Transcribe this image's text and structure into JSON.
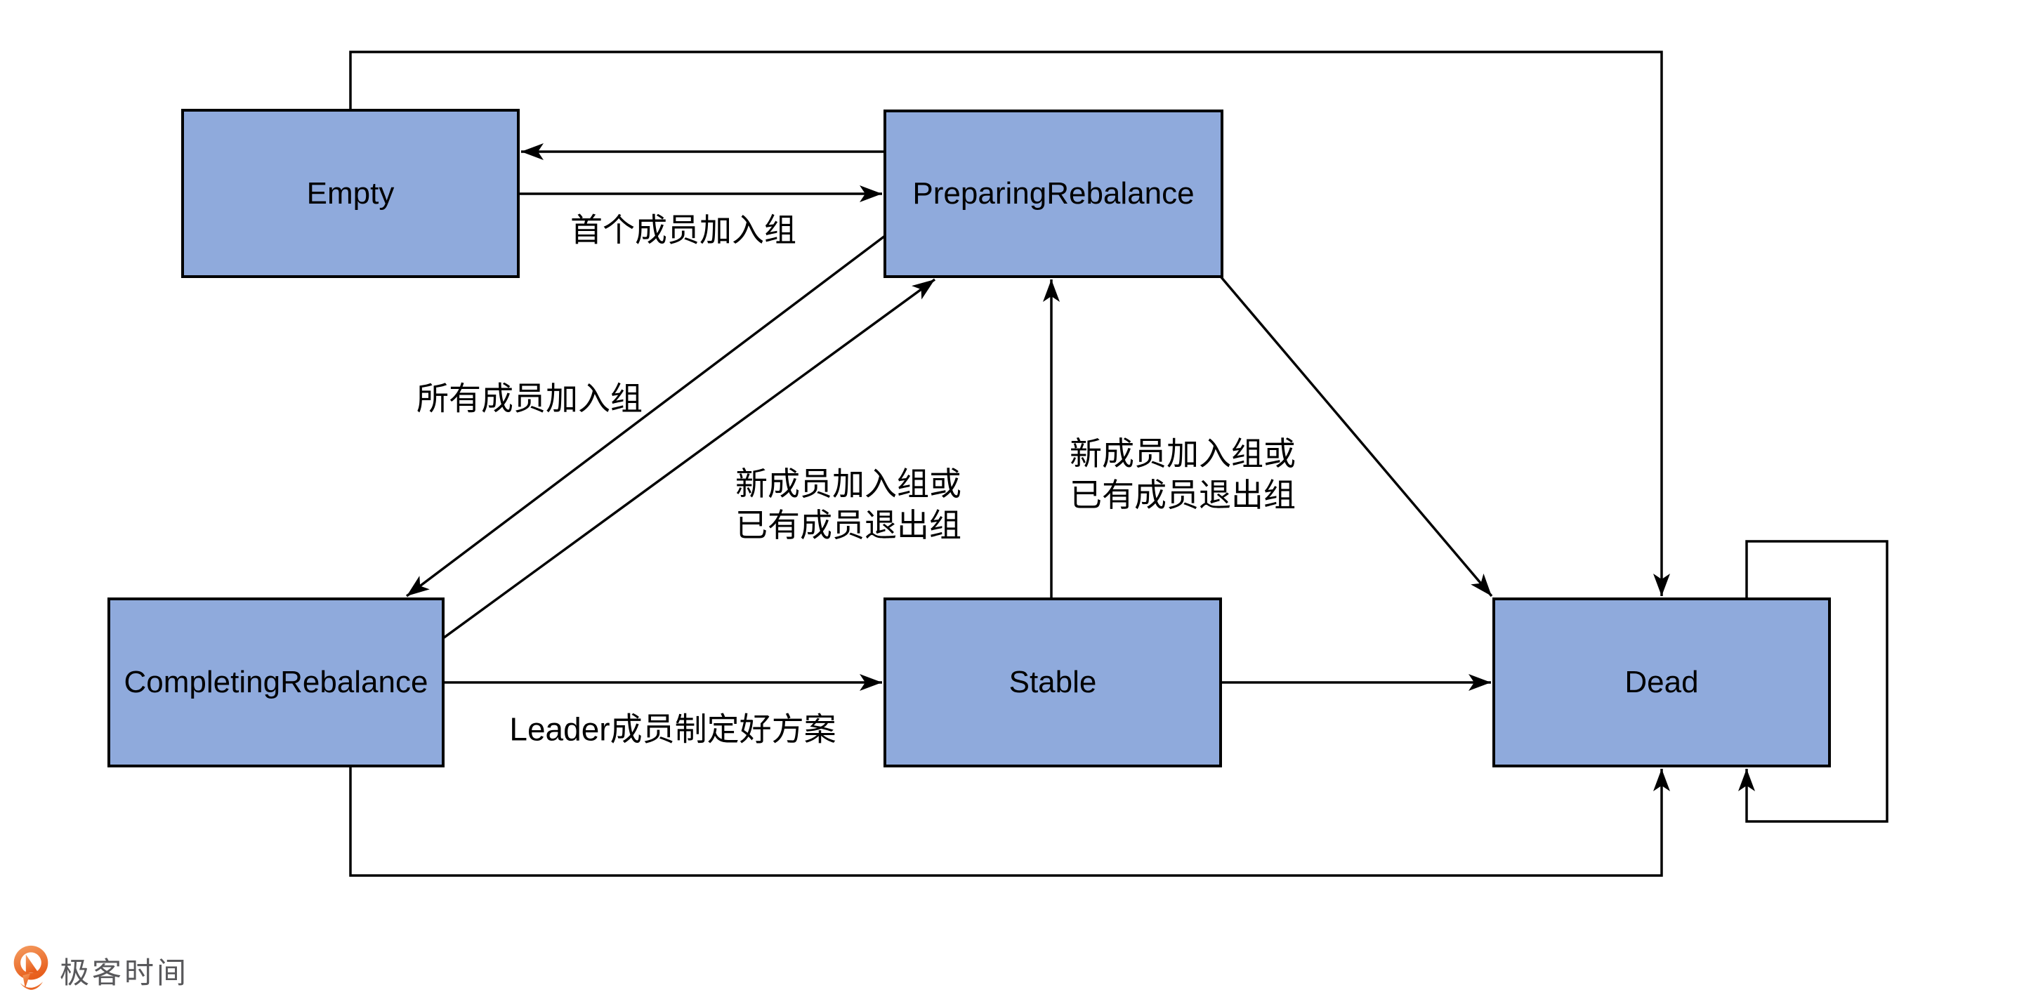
{
  "page": {
    "background": "#FFFFFF"
  },
  "diagram": {
    "type": "state-diagram",
    "nodes": [
      {
        "id": "empty",
        "label": "Empty"
      },
      {
        "id": "preparing-rebalance",
        "label": "PreparingRebalance"
      },
      {
        "id": "completing-rebalance",
        "label": "CompletingRebalance"
      },
      {
        "id": "stable",
        "label": "Stable"
      },
      {
        "id": "dead",
        "label": "Dead"
      }
    ],
    "node_style": {
      "fill": "#8FAADC",
      "border": "#000000",
      "line_color": "#000000"
    },
    "edges": [
      {
        "from": "Empty",
        "to": "PreparingRebalance",
        "label": "首个成员加入组"
      },
      {
        "from": "PreparingRebalance",
        "to": "Empty",
        "label": ""
      },
      {
        "from": "PreparingRebalance",
        "to": "CompletingRebalance",
        "label": "所有成员加入组"
      },
      {
        "from": "CompletingRebalance",
        "to": "PreparingRebalance",
        "label": "新成员加入组或\n已有成员退出组"
      },
      {
        "from": "Stable",
        "to": "PreparingRebalance",
        "label": "新成员加入组或\n已有成员退出组"
      },
      {
        "from": "CompletingRebalance",
        "to": "Stable",
        "label": "Leader成员制定好方案"
      },
      {
        "from": "Stable",
        "to": "Dead",
        "label": ""
      },
      {
        "from": "PreparingRebalance",
        "to": "Dead",
        "label": ""
      },
      {
        "from": "Empty",
        "to": "Dead",
        "label": ""
      },
      {
        "from": "CompletingRebalance",
        "to": "Dead",
        "label": ""
      },
      {
        "from": "Dead",
        "to": "Dead",
        "label": ""
      }
    ],
    "edge_labels": {
      "first_member_join": "首个成员加入组",
      "all_members_join": "所有成员加入组",
      "new_join_or_exit_mid": "新成员加入组或\n已有成员退出组",
      "new_join_or_exit_right": "新成员加入组或\n已有成员退出组",
      "leader_plan_done": "Leader成员制定好方案"
    }
  },
  "footer": {
    "logo_text": "极客时间",
    "logo_icon": "geektime-pin-icon",
    "logo_text_color": "#58585B",
    "logo_orange": "#ED6C2B"
  }
}
